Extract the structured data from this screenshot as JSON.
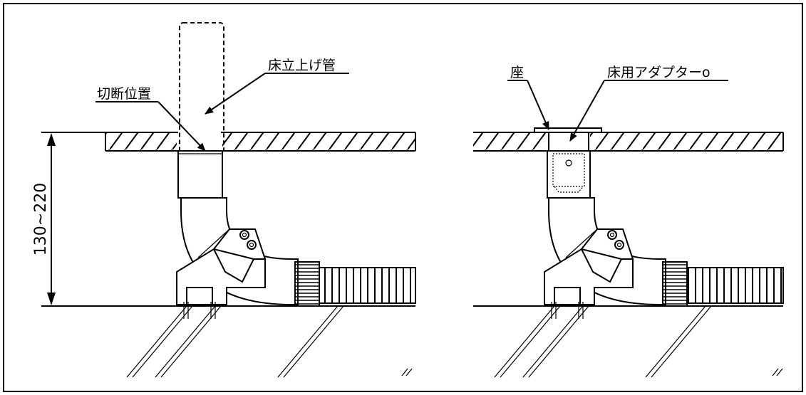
{
  "left_view": {
    "label_pipe": "床立上げ管",
    "label_cut": "切断位置",
    "dimension": "130~220"
  },
  "right_view": {
    "label_seat": "座",
    "label_adapter": "床用アダプターo"
  }
}
